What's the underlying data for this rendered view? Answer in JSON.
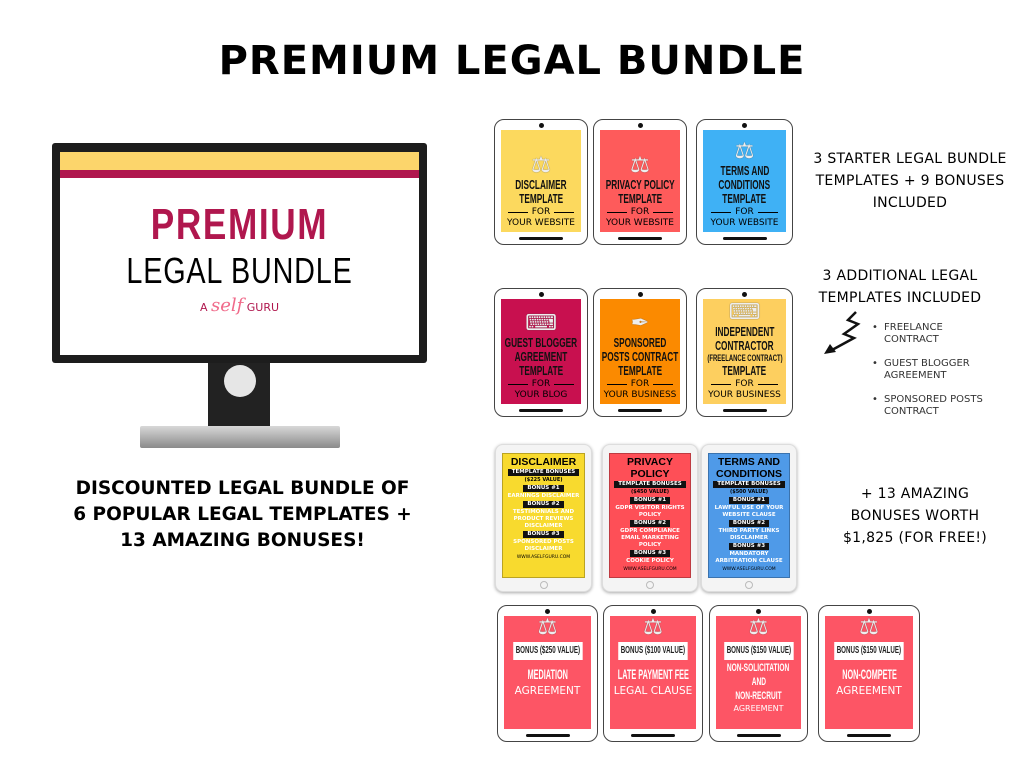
{
  "title": "PREMIUM LEGAL BUNDLE",
  "monitor": {
    "line1": "PREMIUM",
    "line2": "LEGAL BUNDLE",
    "logo": {
      "a": "A",
      "self": "self",
      "guru": "GURU"
    }
  },
  "caption": [
    "DISCOUNTED LEGAL BUNDLE OF",
    "6 POPULAR LEGAL TEMPLATES +",
    "13 AMAZING BONUSES!"
  ],
  "colors": {
    "yellow": "#fcd56b",
    "red": "#fe5b5b",
    "blue": "#3fb1f5",
    "magenta": "#c8104f",
    "orange": "#fb8a00",
    "light_yellow": "#fdcf5f",
    "bonus_red": "#fd5565",
    "brand": "#b0174e"
  },
  "starter": {
    "text": [
      "3 STARTER LEGAL BUNDLE",
      "TEMPLATES + 9 BONUSES",
      "INCLUDED"
    ],
    "templates": [
      {
        "title": [
          "DISCLAIMER",
          "TEMPLATE"
        ],
        "for": "FOR",
        "sub": "YOUR WEBSITE",
        "color": "#fcd95e",
        "icon": "scales-icon"
      },
      {
        "title": [
          "PRIVACY POLICY",
          "TEMPLATE"
        ],
        "for": "FOR",
        "sub": "YOUR WEBSITE",
        "color": "#fe5b5b",
        "icon": "scales-icon"
      },
      {
        "title": [
          "TERMS AND",
          "CONDITIONS",
          "TEMPLATE"
        ],
        "for": "FOR",
        "sub": "YOUR WEBSITE",
        "color": "#3fb1f5",
        "icon": "scales-icon"
      }
    ]
  },
  "additional": {
    "text": [
      "3 ADDITIONAL LEGAL",
      "TEMPLATES INCLUDED"
    ],
    "bullets": [
      [
        "FREELANCE",
        "CONTRACT"
      ],
      [
        "GUEST BLOGGER",
        "AGREEMENT"
      ],
      [
        "SPONSORED POSTS",
        "CONTRACT"
      ]
    ],
    "templates": [
      {
        "title": [
          "GUEST BLOGGER",
          "AGREEMENT",
          "TEMPLATE"
        ],
        "for": "FOR",
        "sub": "YOUR BLOG",
        "color": "#c8104f",
        "icon": "laptop-hands-icon"
      },
      {
        "title": [
          "SPONSORED",
          "POSTS CONTRACT",
          "TEMPLATE"
        ],
        "for": "FOR",
        "sub": "YOUR BUSINESS",
        "color": "#fb8a00",
        "icon": "quill-pen-icon"
      },
      {
        "title": [
          "INDEPENDENT",
          "CONTRACTOR",
          "(FREELANCE CONTRACT)",
          "TEMPLATE"
        ],
        "for": "FOR",
        "sub": "YOUR BUSINESS",
        "color": "#fdcf5f",
        "icon": "typewriter-icon"
      }
    ]
  },
  "bonuses_text": [
    "+ 13 AMAZING",
    "BONUSES WORTH",
    "$1,825 (FOR FREE!)"
  ],
  "bonus_packs": [
    {
      "heading": [
        "DISCLAIMER"
      ],
      "pill": "TEMPLATE BONUSES",
      "value": "($225 VALUE)",
      "color": "#f8da2e",
      "text_color": "#111",
      "items": [
        {
          "label": "BONUS #1",
          "text": "EARNINGS DISCLAIMER"
        },
        {
          "label": "BONUS #2",
          "text": "TESTIMONIALS AND PRODUCT REVIEWS DISCLAIMER"
        },
        {
          "label": "BONUS #3",
          "text": "SPONSORED POSTS DISCLAIMER"
        }
      ],
      "url": "WWW.ASELFGURU.COM"
    },
    {
      "heading": [
        "PRIVACY",
        "POLICY"
      ],
      "pill": "TEMPLATE BONUSES",
      "value": "($450 VALUE)",
      "color": "#fe4f57",
      "text_color": "#111",
      "items": [
        {
          "label": "BONUS #1",
          "text": "GDPR VISITOR RIGHTS POLICY"
        },
        {
          "label": "BONUS #2",
          "text": "GDPR COMPLIANCE EMAIL MARKETING POLICY"
        },
        {
          "label": "BONUS #3",
          "text": "COOKIE POLICY"
        }
      ],
      "url": "WWW.ASELFGURU.COM"
    },
    {
      "heading": [
        "TERMS AND",
        "CONDITIONS"
      ],
      "pill": "TEMPLATE BONUSES",
      "value": "($500 VALUE)",
      "color": "#4f9ae8",
      "text_color": "#111",
      "items": [
        {
          "label": "BONUS #1",
          "text": "LAWFUL USE OF YOUR WEBSITE CLAUSE"
        },
        {
          "label": "BONUS #2",
          "text": "THIRD PARTY LINKS DISCLAIMER"
        },
        {
          "label": "BONUS #3",
          "text": "MANDATORY ARBITRATION CLAUSE"
        }
      ],
      "url": "WWW.ASELFGURU.COM"
    }
  ],
  "extra_bonuses": [
    {
      "value": "BONUS ($250 VALUE)",
      "line1": [
        "MEDIATION"
      ],
      "line2": "AGREEMENT"
    },
    {
      "value": "BONUS ($100 VALUE)",
      "line1": [
        "LATE PAYMENT FEE"
      ],
      "line2": "LEGAL CLAUSE"
    },
    {
      "value": "BONUS ($150 VALUE)",
      "line1": [
        "NON-SOLICITATION",
        "AND",
        "NON-RECRUIT"
      ],
      "line2": "AGREEMENT"
    },
    {
      "value": "BONUS ($150 VALUE)",
      "line1": [
        "NON-COMPETE"
      ],
      "line2": "AGREEMENT"
    }
  ]
}
